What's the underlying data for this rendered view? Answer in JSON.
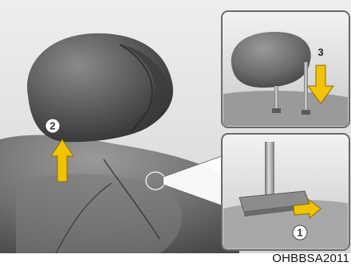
{
  "figure": {
    "figure_code": "OHBBSA2011",
    "steps": {
      "step1": "1",
      "step2": "2",
      "step3": "3"
    },
    "colors": {
      "arrow_fill": "#f2c400",
      "arrow_stroke": "#8a6e00",
      "inset_border": "#6a6a6a",
      "background_light": "#e6e6e6",
      "headrest_dark": "#4a4a4a"
    },
    "icons": {
      "step1": "circled-number-icon",
      "step2": "circled-number-icon",
      "step3": "number-label",
      "arrows": [
        "arrow-up-icon",
        "arrow-down-icon",
        "arrow-right-icon"
      ]
    }
  }
}
